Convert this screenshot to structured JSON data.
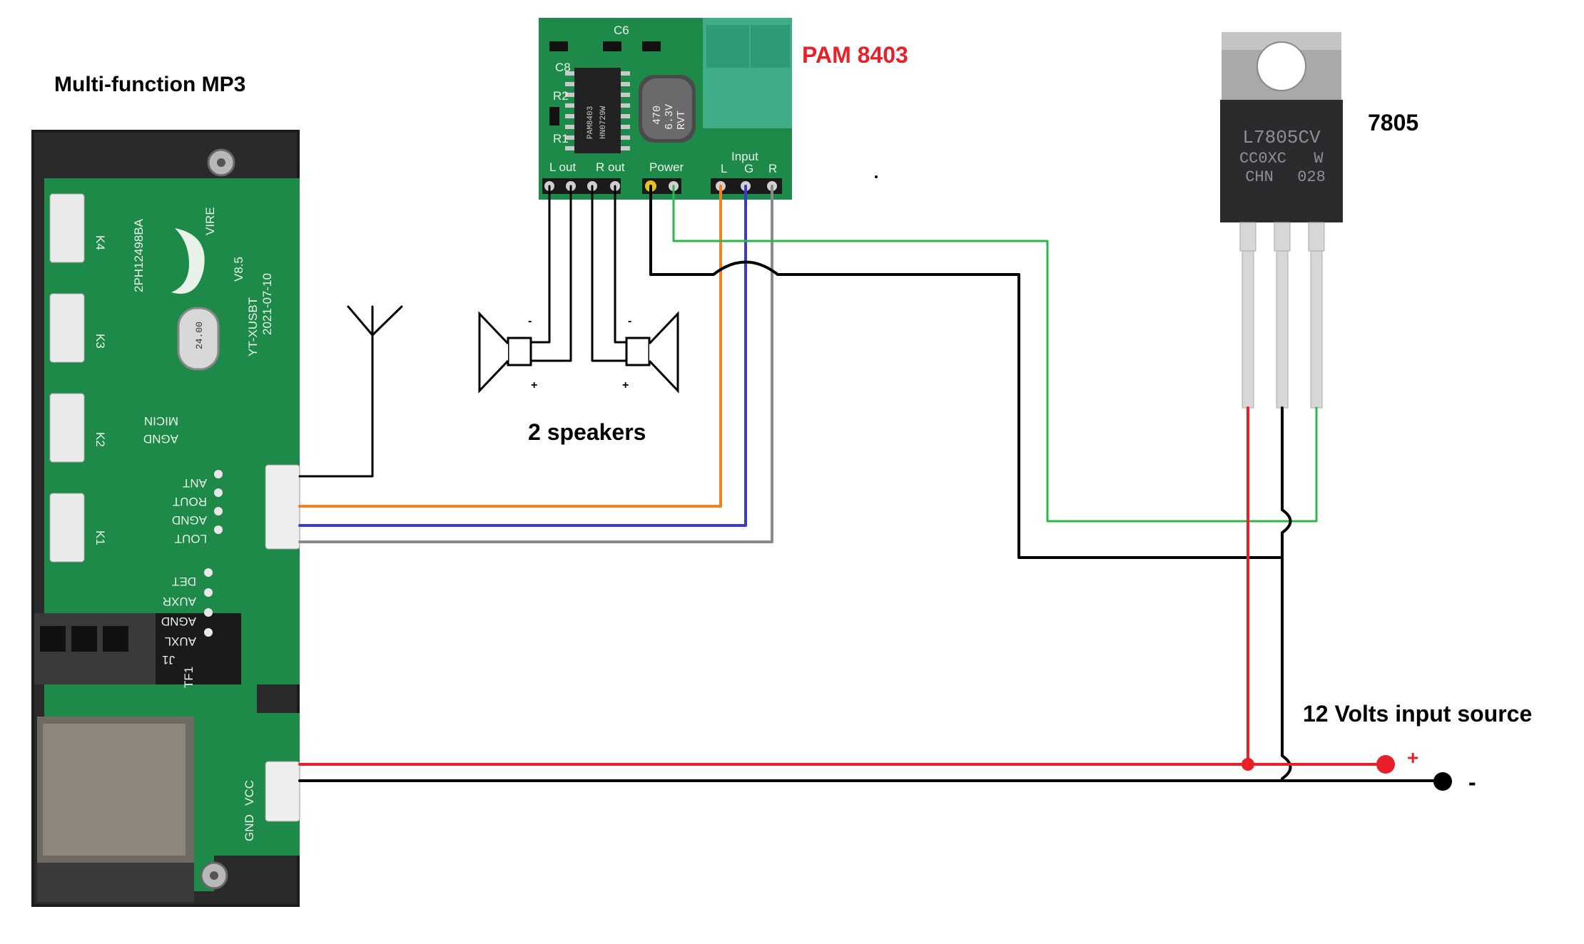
{
  "labels": {
    "mp3_title": "Multi-function MP3",
    "amp_title": "PAM 8403",
    "regulator_title": "7805",
    "speakers_caption": "2 speakers",
    "power_source": "12 Volts input source",
    "plus_sign": "+",
    "minus_sign": "-"
  },
  "mp3_board": {
    "marking_model": "2PH12498BA",
    "marking_brand": "VIRE",
    "marking_version": "V8.5",
    "marking_code": "YT-XUSBT",
    "marking_date": "2021-07-10",
    "crystal": "24.00",
    "connector_labels": [
      "K4",
      "K3",
      "K2",
      "K1"
    ],
    "pins_top": [
      "MICIN",
      "AGND"
    ],
    "pins_audio": [
      "ANT",
      "ROUT",
      "AGND",
      "LOUT"
    ],
    "pins_aux": [
      "DET",
      "AUXR",
      "AGND",
      "AUXL",
      "J1"
    ],
    "pins_power": [
      "GND",
      "VCC",
      "TF1"
    ]
  },
  "amp_board": {
    "cap_text": [
      "470",
      "6.3V",
      "RVT"
    ],
    "ic_text": [
      "PAM8403",
      "HN0729W"
    ],
    "pin_labels": [
      "L out",
      "R out",
      "Power",
      "Input",
      "L",
      "G",
      "R"
    ],
    "resistors": [
      "C8",
      "C6",
      "R2",
      "R1"
    ]
  },
  "regulator": {
    "text_lines": [
      "L7805CV",
      "CC0XC",
      "W",
      "CHN",
      "028"
    ]
  },
  "speaker_marks": {
    "left_minus": "-",
    "left_plus": "+",
    "right_minus": "-",
    "right_plus": "+"
  },
  "colors": {
    "pcb_green": "#1e8a4a",
    "wire_orange": "#f28123",
    "wire_blue": "#3b3bd4",
    "wire_gray": "#8a8a8a",
    "wire_green": "#2fb54a",
    "wire_red": "#e8202a",
    "wire_black": "#000000",
    "amp_title_red": "#e8202a"
  }
}
